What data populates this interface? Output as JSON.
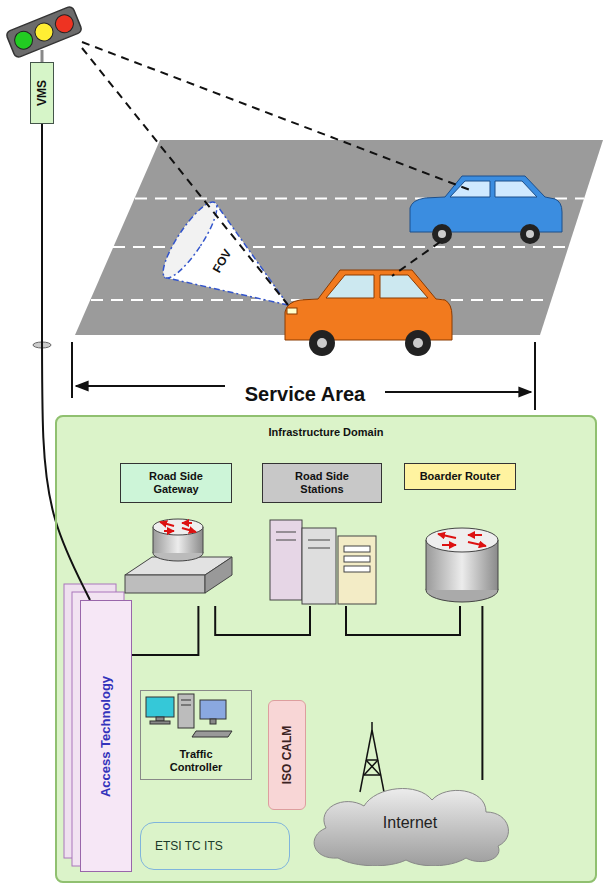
{
  "diagram": {
    "nodes": [
      {
        "text": [
          "VMS"
        ]
      },
      {
        "text": [
          "Infrastructure Domain"
        ]
      },
      {
        "text": [
          "Road Side Gateway"
        ],
        "in": 1
      },
      {
        "text": [
          "Road Side Stations"
        ],
        "in": 1
      },
      {
        "text": [
          "Boarder Router"
        ],
        "in": 1
      },
      {
        "text": [
          "Access Technology"
        ],
        "in": 1
      },
      {
        "text": [
          "Traffic Controller"
        ],
        "in": 1
      },
      {
        "text": [
          "ISO CALM"
        ],
        "in": 1
      },
      {
        "text": [
          "ETSI TC ITS"
        ],
        "in": 1
      },
      {
        "text": [
          "Internet"
        ],
        "in": 1
      }
    ],
    "edges": [
      {
        "from": 0,
        "to": 5,
        "arrow": "none"
      },
      {
        "from": 5,
        "to": 2,
        "arrow": "none"
      },
      {
        "from": 2,
        "to": 3,
        "arrow": "none"
      },
      {
        "from": 3,
        "to": 4,
        "arrow": "none"
      },
      {
        "from": 4,
        "to": 9,
        "arrow": "none"
      }
    ],
    "labels": [
      "FOV",
      "Service Area"
    ]
  }
}
